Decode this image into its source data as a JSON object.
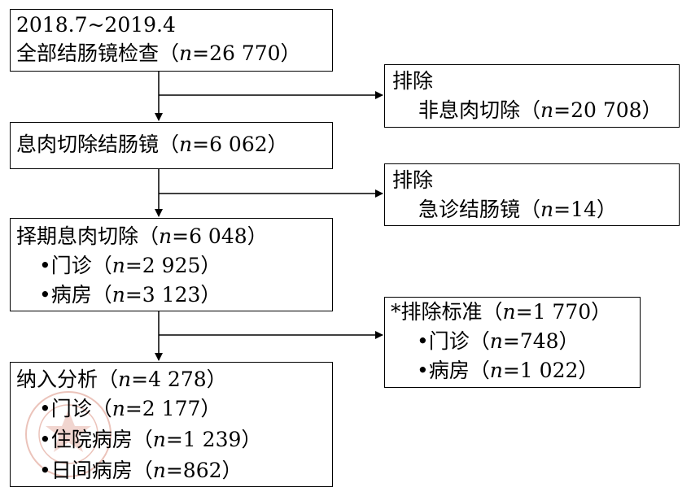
{
  "box1": {
    "line1": "2018.7~2019.4",
    "line2": {
      "pre": "全部结肠镜检查（",
      "n": "n",
      "post": "=26 770）"
    }
  },
  "box2": {
    "line1": {
      "pre": "息肉切除结肠镜（",
      "n": "n",
      "post": "=6 062）"
    }
  },
  "box3": {
    "line1": {
      "pre": "择期息肉切除（",
      "n": "n",
      "post": "=6 048）"
    },
    "items": [
      {
        "pre": "•门诊（",
        "n": "n",
        "post": "=2 925）"
      },
      {
        "pre": "•病房（",
        "n": "n",
        "post": "=3 123）"
      }
    ]
  },
  "box4": {
    "line1": {
      "pre": "纳入分析（",
      "n": "n",
      "post": "=4 278）"
    },
    "items": [
      {
        "pre": "•门诊（",
        "n": "n",
        "post": "=2 177）"
      },
      {
        "pre": "•住院病房（",
        "n": "n",
        "post": "=1 239）"
      },
      {
        "pre": "•日间病房（",
        "n": "n",
        "post": "=862）"
      }
    ]
  },
  "exclude1": {
    "title": "排除",
    "line1": {
      "pre": "非息肉切除（",
      "n": "n",
      "post": "=20 708）"
    }
  },
  "exclude2": {
    "title": "排除",
    "line1": {
      "pre": "急诊结肠镜（",
      "n": "n",
      "post": "=14）"
    }
  },
  "exclude3": {
    "title": {
      "pre": "*排除标准（",
      "n": "n",
      "post": "=1 770）"
    },
    "items": [
      {
        "pre": "•门诊（",
        "n": "n",
        "post": "=748）"
      },
      {
        "pre": "•病房（",
        "n": "n",
        "post": "=1 022）"
      }
    ]
  },
  "colors": {
    "stroke": "#000000",
    "watermark": "#c8553d"
  },
  "watermark": {
    "icon": "society-seal-icon",
    "text": "中 华 医 学 会 · CHINESE MEDICAL ASSOCIATION · 1915"
  }
}
